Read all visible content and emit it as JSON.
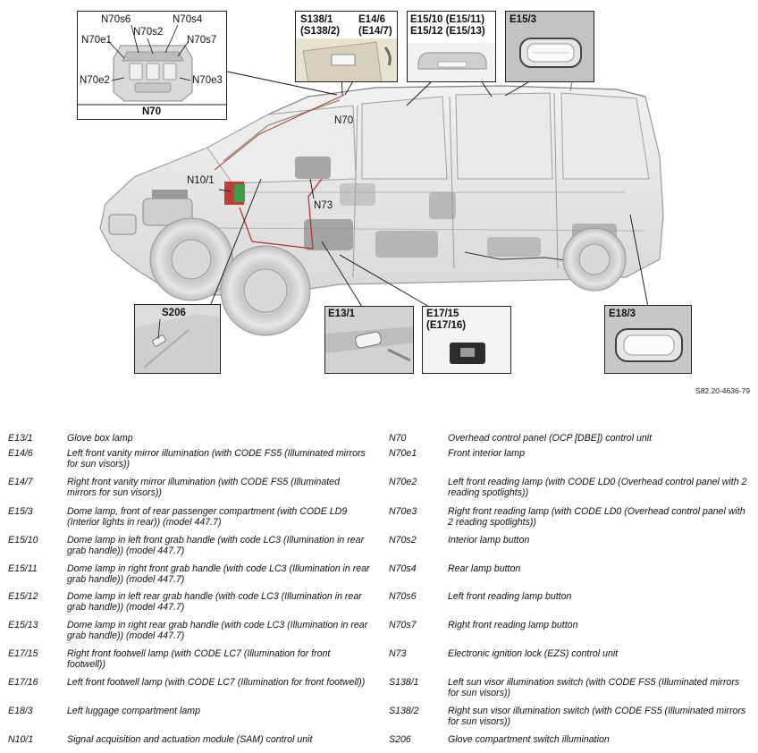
{
  "diagram": {
    "ref_code": "S82.20-4636-79",
    "n70_box": {
      "title": "N70",
      "labels": [
        "N70s6",
        "N70s4",
        "N70s2",
        "N70e1",
        "N70s7",
        "N70e2",
        "N70e3"
      ]
    },
    "sun_visor_box": {
      "left": "S138/1\n(S138/2)",
      "right": "E14/6\n(E14/7)"
    },
    "grab_box": {
      "label": "E15/10 (E15/11)\nE15/12 (E15/13)"
    },
    "e153_box": {
      "label": "E15/3"
    },
    "s206_box": {
      "label": "S206"
    },
    "e131_box": {
      "label": "E13/1"
    },
    "e1715_box": {
      "label": "E17/15\n(E17/16)"
    },
    "e183_box": {
      "label": "E18/3"
    },
    "car_labels": {
      "n70": "N70",
      "n101": "N10/1",
      "n73": "N73"
    }
  },
  "legend": {
    "left": [
      {
        "code": "E13/1",
        "desc": "Glove box lamp"
      },
      {
        "code": "E14/6",
        "desc": "Left front vanity mirror illumination (with CODE FS5 (Illuminated mirrors for sun visors))"
      },
      {
        "code": "E14/7",
        "desc": "Right front vanity mirror illumination (with CODE FS5 (Illuminated mirrors for sun visors))"
      },
      {
        "code": "E15/3",
        "desc": "Dome lamp, front of rear passenger compartment (with CODE LD9 (Interior lights in rear)) (model 447.7)"
      },
      {
        "code": "E15/10",
        "desc": "Dome lamp in left front grab handle (with code LC3 (Illumination in rear grab handle)) (model 447.7)"
      },
      {
        "code": "E15/11",
        "desc": "Dome lamp in right front grab handle (with code LC3 (Illumination in rear grab handle)) (model 447.7)"
      },
      {
        "code": "E15/12",
        "desc": "Dome lamp in left rear grab handle (with code LC3 (Illumination in rear grab handle)) (model 447.7)"
      },
      {
        "code": "E15/13",
        "desc": "Dome lamp in right rear grab handle (with code LC3 (Illumination in rear grab handle)) (model 447.7)"
      },
      {
        "code": "E17/15",
        "desc": "Right front footwell lamp (with CODE LC7 (Illumination for front footwell))"
      },
      {
        "code": "E17/16",
        "desc": "Left front footwell lamp (with CODE LC7 (Illumination for front footwell))"
      },
      {
        "code": "E18/3",
        "desc": "Left luggage compartment lamp"
      },
      {
        "code": "N10/1",
        "desc": "Signal acquisition and actuation module (SAM) control unit"
      }
    ],
    "right": [
      {
        "code": "N70",
        "desc": "Overhead control panel (OCP [DBE]) control unit"
      },
      {
        "code": "N70e1",
        "desc": "Front interior lamp"
      },
      {
        "code": "N70e2",
        "desc": "Left front reading lamp (with CODE LD0 (Overhead control panel with 2 reading spotlights))"
      },
      {
        "code": "N70e3",
        "desc": "Right front reading lamp (with CODE LD0 (Overhead control panel with 2 reading spotlights))"
      },
      {
        "code": "N70s2",
        "desc": "Interior lamp button"
      },
      {
        "code": "N70s4",
        "desc": "Rear lamp button"
      },
      {
        "code": "N70s6",
        "desc": "Left front reading lamp button"
      },
      {
        "code": "N70s7",
        "desc": "Right front reading lamp button"
      },
      {
        "code": "N73",
        "desc": "Electronic ignition lock (EZS) control unit"
      },
      {
        "code": "S138/1",
        "desc": "Left sun visor illumination switch (with CODE FS5 (Illuminated mirrors for sun visors))"
      },
      {
        "code": "S138/2",
        "desc": "Right sun visor illumination switch (with CODE FS5 (Illuminated mirrors for sun visors))"
      },
      {
        "code": "S206",
        "desc": "Glove compartment switch illumination"
      }
    ]
  }
}
